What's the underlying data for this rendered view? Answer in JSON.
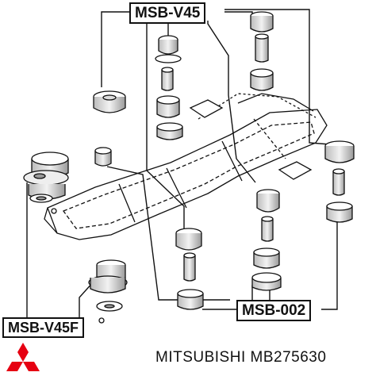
{
  "callouts": {
    "top": "MSB-V45",
    "middle": "MSB-002",
    "left": "MSB-V45F"
  },
  "brand": {
    "caption": "MITSUBISHI MB275630",
    "logo_icon": "mitsubishi-three-diamonds-logo",
    "logo_color": "#e60012"
  },
  "colors": {
    "line": "#111111",
    "part_shade": "#dddddd",
    "background": "#ffffff"
  }
}
